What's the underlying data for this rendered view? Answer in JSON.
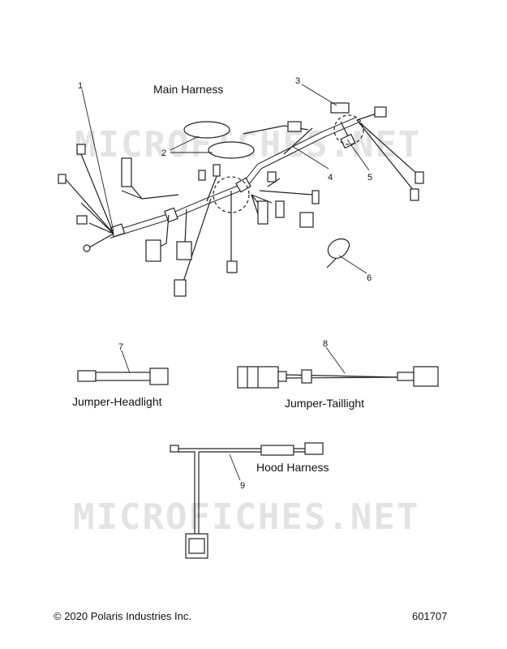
{
  "watermark": "MICROFICHES.NET",
  "sections": {
    "main_title": "Main Harness",
    "headlight_title": "Jumper-Headlight",
    "taillight_title": "Jumper-Taillight",
    "hood_title": "Hood Harness"
  },
  "callouts": [
    "1",
    "2",
    "3",
    "4",
    "5",
    "6",
    "7",
    "8",
    "9"
  ],
  "footer": {
    "copyright": "© 2020 Polaris Industries Inc.",
    "diagram_number": "601707"
  }
}
